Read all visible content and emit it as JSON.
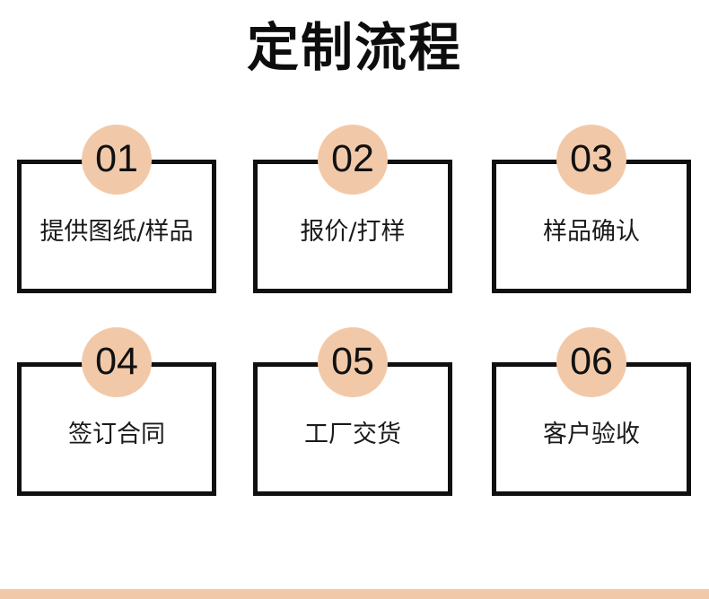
{
  "page": {
    "title": "定制流程",
    "background_color": "#ffffff",
    "accent_color": "#f2c9a8",
    "line_color": "#101010"
  },
  "flow": {
    "steps": [
      {
        "number": "01",
        "label": "提供图纸/样品"
      },
      {
        "number": "02",
        "label": "报价/打样"
      },
      {
        "number": "03",
        "label": "样品确认"
      },
      {
        "number": "04",
        "label": "签订合同"
      },
      {
        "number": "05",
        "label": "工厂交货"
      },
      {
        "number": "06",
        "label": "客户验收"
      }
    ]
  },
  "footer": {
    "accent_bar_color": "#f2c9a8"
  }
}
